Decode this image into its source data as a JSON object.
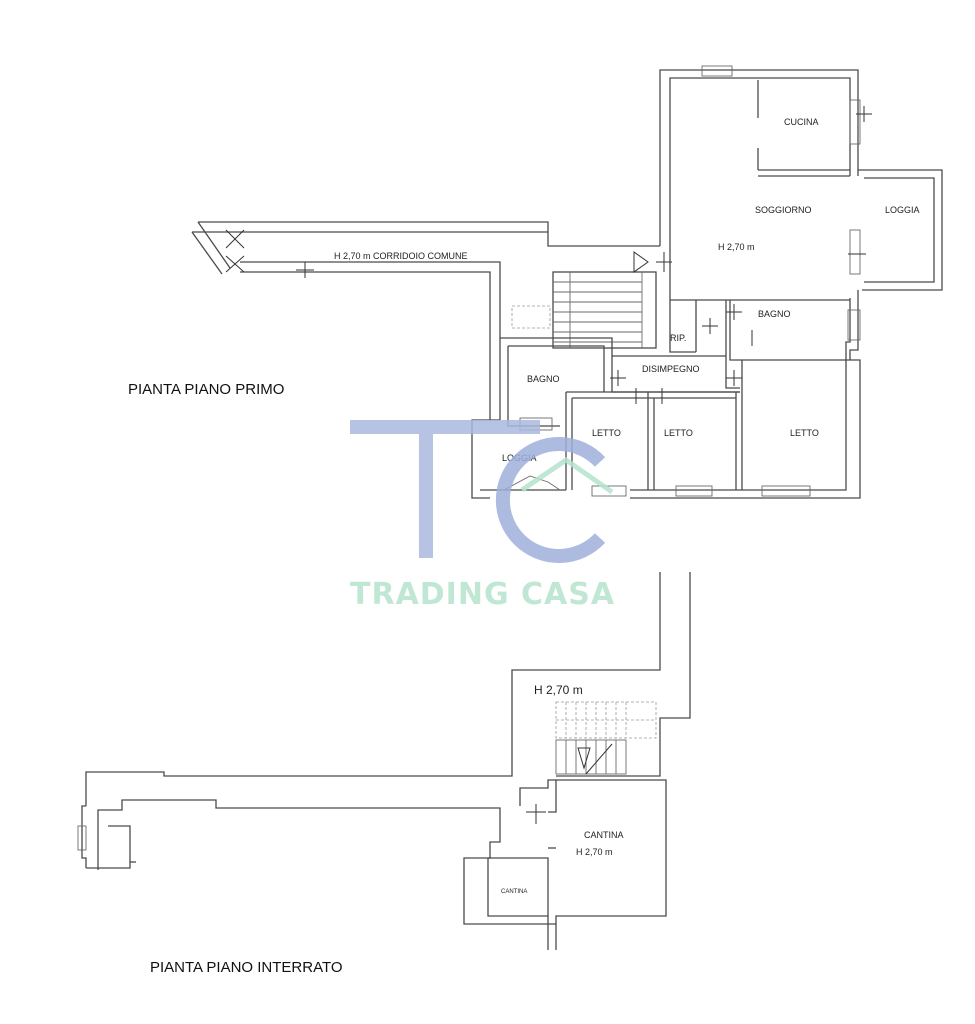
{
  "floor_plan_first": {
    "title": "PIANTA PIANO PRIMO",
    "corridor_label": "H 2,70 m  CORRIDOIO COMUNE",
    "rooms": {
      "cucina": "CUCINA",
      "soggiorno": "SOGGIORNO",
      "soggiorno_height": "H 2,70 m",
      "loggia_east": "LOGGIA",
      "bagno_east": "BAGNO",
      "rip": "RIP.",
      "disimpegno": "DISIMPEGNO",
      "bagno_west": "BAGNO",
      "letto_1": "LETTO",
      "letto_2": "LETTO",
      "letto_3": "LETTO",
      "loggia_south": "LOGGIA"
    }
  },
  "floor_plan_basement": {
    "title": "PIANTA PIANO INTERRATO",
    "stair_height": "H 2,70 m",
    "rooms": {
      "cantina_main": "CANTINA",
      "cantina_main_height": "H 2,70 m",
      "cantina_small": "CANTINA"
    }
  },
  "watermark": {
    "monogram": "TC",
    "brand": "TRADING CASA",
    "colors": {
      "t_blue": "#aab9de",
      "c_blue": "#9fb0dc",
      "green": "#b5e3cc"
    }
  }
}
